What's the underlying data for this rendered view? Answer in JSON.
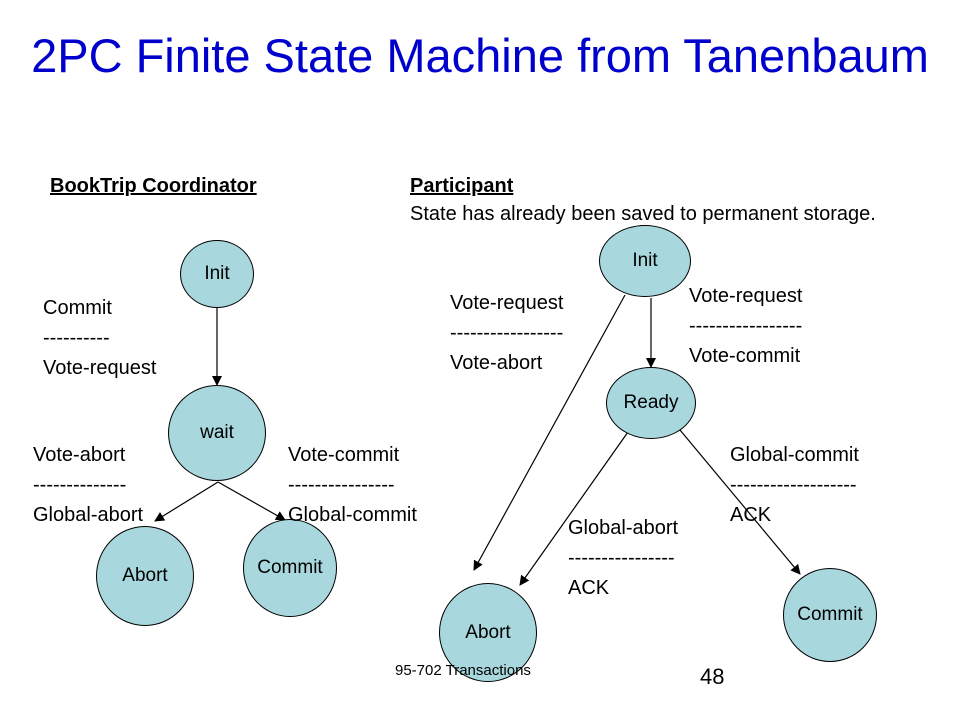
{
  "title": "2PC Finite State Machine from Tanenbaum",
  "coordinator": {
    "heading": "BookTrip Coordinator",
    "states": {
      "init": "Init",
      "wait": "wait",
      "abort": "Abort",
      "commit": "Commit"
    },
    "labels": {
      "init_to_wait": "Commit\n----------\nVote-request",
      "wait_to_abort": "Vote-abort\n--------------\nGlobal-abort",
      "wait_to_commit": "Vote-commit\n----------------\nGlobal-commit"
    }
  },
  "participant": {
    "heading": "Participant",
    "note": "State has already been saved to permanent storage.",
    "states": {
      "init": "Init",
      "ready": "Ready",
      "abort": "Abort",
      "commit": "Commit"
    },
    "labels": {
      "init_to_abort": "Vote-request\n-----------------\nVote-abort",
      "init_to_ready": "Vote-request\n-----------------\nVote-commit",
      "ready_to_abort": "Global-abort\n----------------\nACK",
      "ready_to_commit": "Global-commit\n-------------------\nACK"
    }
  },
  "footer": "95-702 Transactions",
  "page_number": "48"
}
